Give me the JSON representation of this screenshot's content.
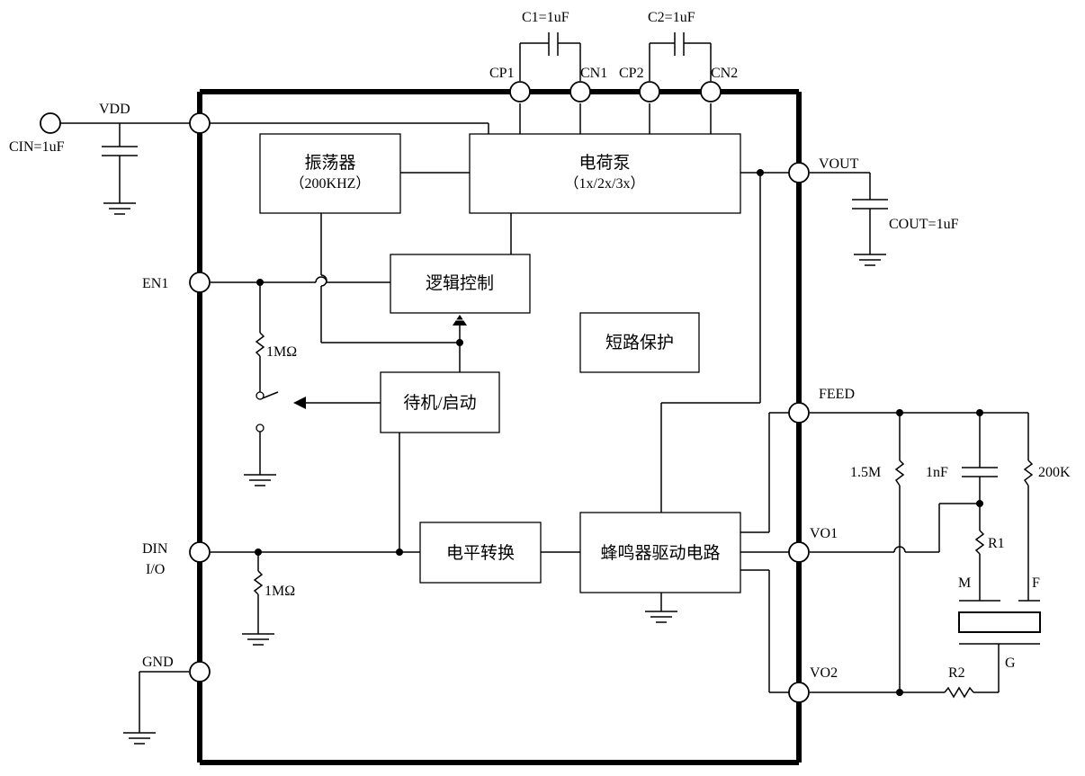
{
  "pins": {
    "vdd": "VDD",
    "cin": "CIN=1uF",
    "en1": "EN1",
    "din": "DIN",
    "io": "I/O",
    "gnd": "GND",
    "cp1": "CP1",
    "cn1": "CN1",
    "cp2": "CP2",
    "cn2": "CN2",
    "vout": "VOUT",
    "feed": "FEED",
    "vo1": "VO1",
    "vo2": "VO2"
  },
  "capacitors": {
    "c1": "C1=1uF",
    "c2": "C2=1uF",
    "cout": "COUT=1uF",
    "c_feed": "1nF"
  },
  "resistors": {
    "en_pulldown": "1MΩ",
    "din_pulldown": "1MΩ",
    "r_feed": "1.5M",
    "r_200k": "200K",
    "r1": "R1",
    "r2": "R2"
  },
  "buzzer": {
    "m": "M",
    "f": "F",
    "g": "G"
  },
  "blocks": {
    "oscillator": "振荡器",
    "oscillator_sub": "（200KHZ）",
    "charge_pump": "电荷泵",
    "charge_pump_sub": "（1x/2x/3x）",
    "logic": "逻辑控制",
    "short_protect": "短路保护",
    "standby": "待机/启动",
    "level_shift": "电平转换",
    "buzzer_driver": "蜂鸣器驱动电路"
  }
}
